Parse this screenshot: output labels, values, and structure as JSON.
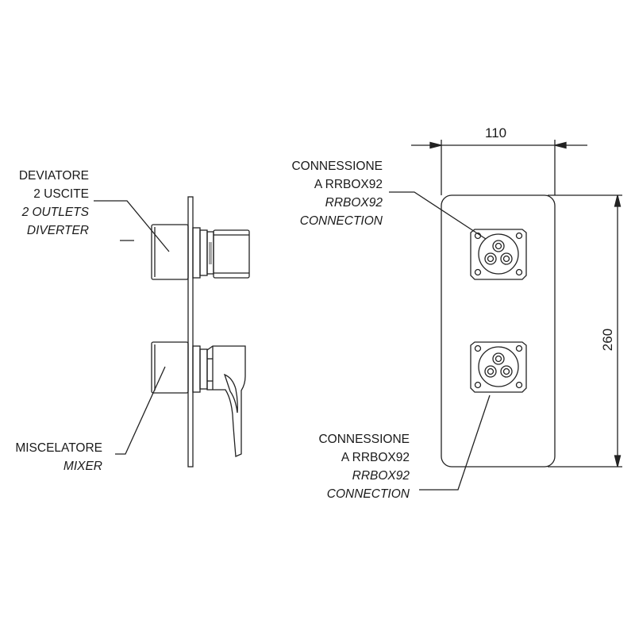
{
  "dimensions": {
    "width": "110",
    "height": "260"
  },
  "labels": {
    "diverter": {
      "line1": "DEVIATORE",
      "line2": "2 USCITE",
      "line3": "2 OUTLETS",
      "line4": "DIVERTER"
    },
    "mixer": {
      "line1": "MISCELATORE",
      "line2": "MIXER"
    },
    "connection_top": {
      "line1": "CONNESSIONE",
      "line2": "A RRBOX92",
      "line3": "RRBOX92",
      "line4": "CONNECTION"
    },
    "connection_bottom": {
      "line1": "CONNESSIONE",
      "line2": "A RRBOX92",
      "line3": "RRBOX92",
      "line4": "CONNECTION"
    }
  }
}
